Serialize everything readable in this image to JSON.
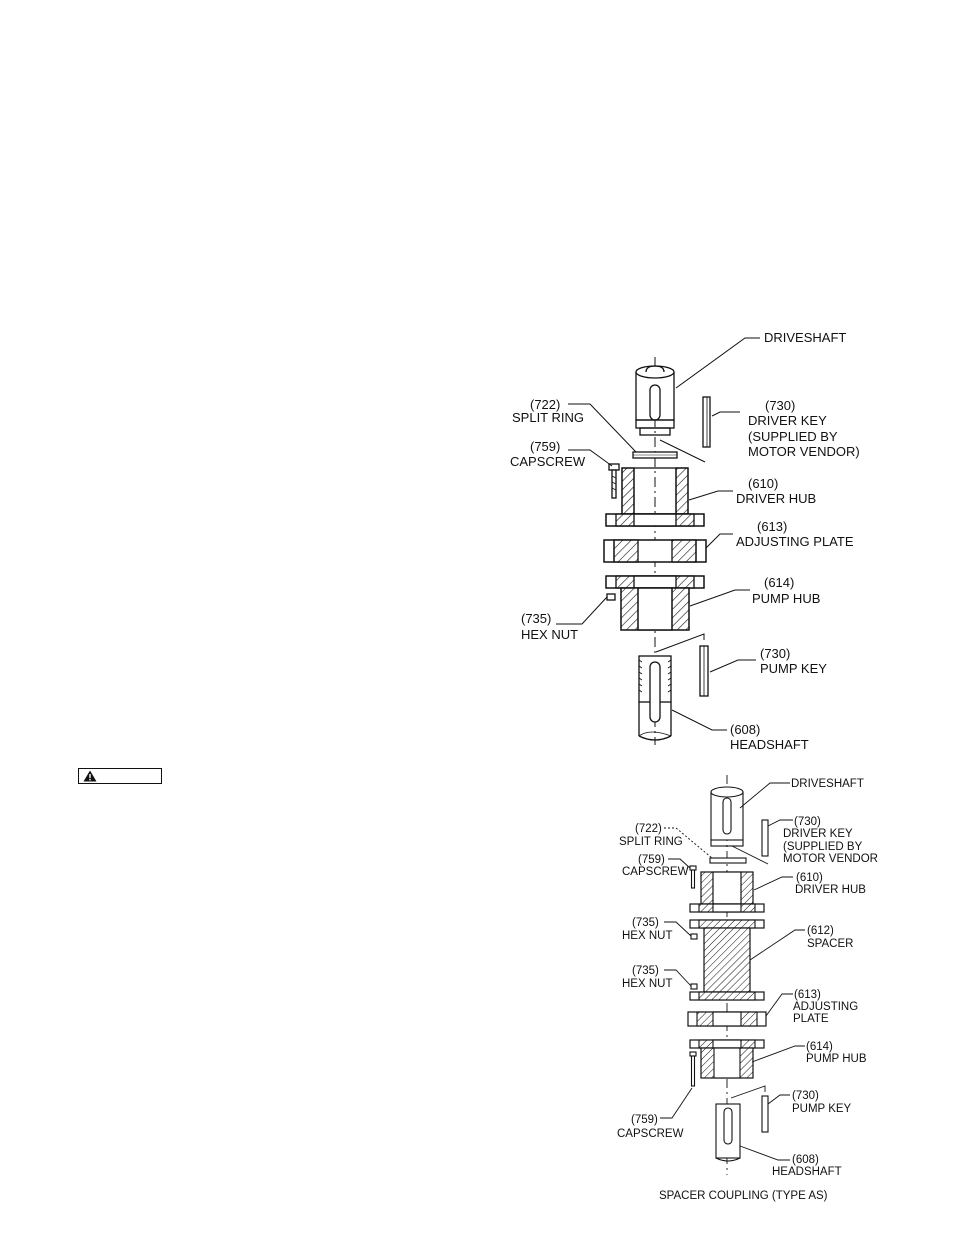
{
  "diagram1": {
    "labels": {
      "driveshaft": "DRIVESHAFT",
      "split_ring_num": "(722)",
      "split_ring": "SPLIT RING",
      "capscrew_num": "(759)",
      "capscrew": "CAPSCREW",
      "driver_key_num": "(730)",
      "driver_key": "DRIVER KEY",
      "driver_key_note1": "(SUPPLIED BY",
      "driver_key_note2": "MOTOR VENDOR)",
      "driver_hub_num": "(610)",
      "driver_hub": "DRIVER HUB",
      "adjusting_plate_num": "(613)",
      "adjusting_plate": "ADJUSTING PLATE",
      "pump_hub_num": "(614)",
      "pump_hub": "PUMP HUB",
      "hex_nut_num": "(735)",
      "hex_nut": "HEX NUT",
      "pump_key_num": "(730)",
      "pump_key": "PUMP KEY",
      "headshaft_num": "(608)",
      "headshaft": "HEADSHAFT"
    }
  },
  "diagram2": {
    "caption": "SPACER COUPLING (TYPE AS)",
    "labels": {
      "driveshaft": "DRIVESHAFT",
      "driver_key_num": "(730)",
      "driver_key": "DRIVER KEY",
      "driver_key_note1": "(SUPPLIED BY",
      "driver_key_note2": "MOTOR VENDOR",
      "split_ring_num": "(722)",
      "split_ring": "SPLIT RING",
      "capscrew_top_num": "(759)",
      "capscrew_top": "CAPSCREW",
      "driver_hub_num": "(610)",
      "driver_hub": "DRIVER HUB",
      "hex_nut_top_num": "(735)",
      "hex_nut_top": "HEX NUT",
      "spacer_num": "(612)",
      "spacer": "SPACER",
      "hex_nut_bottom_num": "(735)",
      "hex_nut_bottom": "HEX NUT",
      "adjusting_plate_num": "(613)",
      "adjusting_plate_1": "ADJUSTING",
      "adjusting_plate_2": "PLATE",
      "pump_hub_num": "(614)",
      "pump_hub": "PUMP HUB",
      "pump_key_num": "(730)",
      "pump_key": "PUMP KEY",
      "capscrew_bottom_num": "(759)",
      "capscrew_bottom": "CAPSCREW",
      "headshaft_num": "(608)",
      "headshaft": "HEADSHAFT"
    }
  },
  "warning": {
    "icon": "warning-triangle-icon",
    "label": ""
  }
}
